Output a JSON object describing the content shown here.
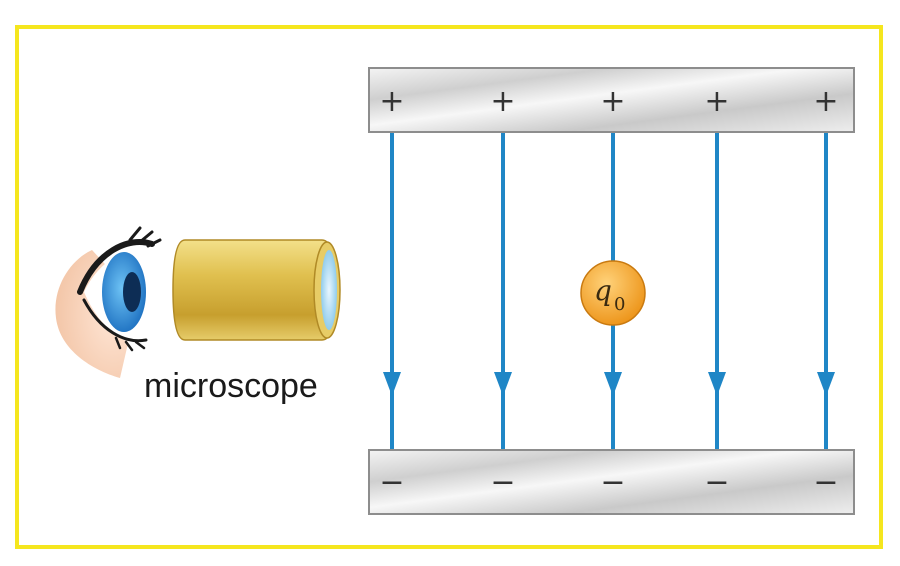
{
  "labels": {
    "microscope": "microscope",
    "charge_symbol": "q",
    "charge_subscript": "0"
  },
  "plates": {
    "top_sign": "+",
    "bottom_sign": "−",
    "sign_count": 5
  },
  "field_lines": {
    "count": 5,
    "direction": "down"
  },
  "colors": {
    "frame": "#f5e61e",
    "field_line": "#1f86c6",
    "charge": "#f0a020",
    "microscope_body": "#d9b540",
    "eye_iris": "#2a7fd0"
  }
}
